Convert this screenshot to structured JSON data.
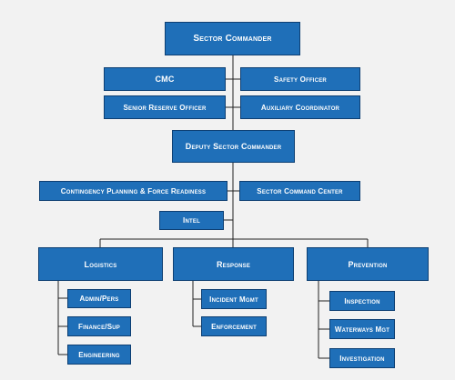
{
  "colors": {
    "box_fill": "#1f6fb8",
    "box_border": "#0d3f73",
    "line": "#222222",
    "background": "#f2f2f2",
    "text": "#ffffff"
  },
  "org": {
    "sector_commander": "Sector Commander",
    "cmc": "CMC",
    "safety_officer": "Safety Officer",
    "senior_reserve_officer": "Senior Reserve Officer",
    "auxiliary_coordinator": "Auxiliary Coordinator",
    "deputy_sector_commander": "Deputy Sector Commander",
    "contingency_planning": "Contingency Planning & Force Readiness",
    "sector_command_center": "Sector Command Center",
    "intel": "Intel",
    "logistics": "Logistics",
    "response": "Response",
    "prevention": "Prevention",
    "admin_pers": "Admin/Pers",
    "finance_sup": "Finance/Sup",
    "engineering": "Engineering",
    "incident_mgmt": "Incident Mgmt",
    "enforcement": "Enforcement",
    "inspection": "Inspection",
    "waterways_mgt": "Waterways Mgt",
    "investigation": "Investigation"
  }
}
